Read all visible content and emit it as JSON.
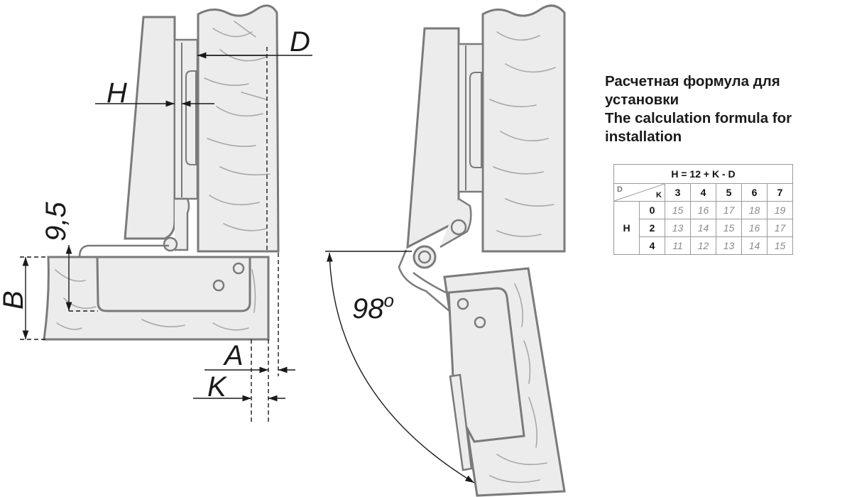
{
  "labels": {
    "D": "D",
    "H": "H",
    "nine_five": "9,5",
    "B": "B",
    "A": "A",
    "K": "K",
    "angle": "98",
    "angle_degree": "o"
  },
  "formula": {
    "title_lines": [
      "Расчетная формула для",
      "установки",
      "The calculation formula for",
      "installation"
    ],
    "table": {
      "formula": "H = 12 + K - D",
      "corner_d": "D",
      "corner_k": "K",
      "k_values": [
        "3",
        "4",
        "5",
        "6",
        "7"
      ],
      "row_label": "H",
      "rows": [
        {
          "d": "0",
          "values": [
            "15",
            "16",
            "17",
            "18",
            "19"
          ]
        },
        {
          "d": "2",
          "values": [
            "13",
            "14",
            "15",
            "16",
            "17"
          ]
        },
        {
          "d": "4",
          "values": [
            "11",
            "12",
            "13",
            "14",
            "15"
          ]
        }
      ]
    }
  },
  "colors": {
    "stroke": "#7a7a7a",
    "wood_fill": "#ececec",
    "grain": "#a8a8a8",
    "dim": "#1a1a1a"
  }
}
